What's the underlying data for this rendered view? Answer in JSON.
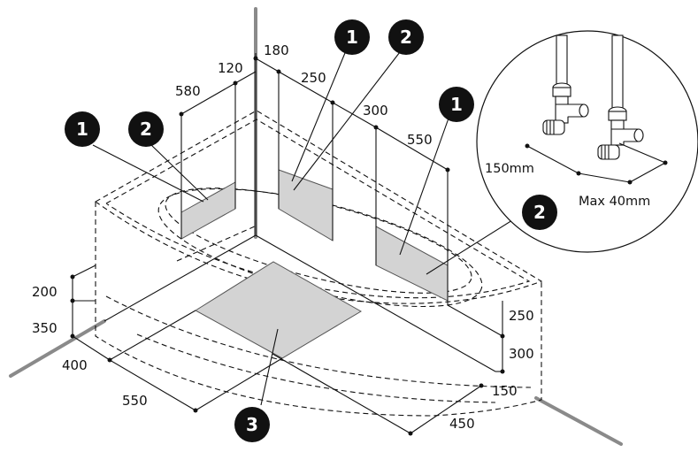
{
  "dimensions": {
    "d180": "180",
    "d120": "120",
    "d250_top": "250",
    "d580": "580",
    "d300_top": "300",
    "d550_top": "550",
    "d200": "200",
    "d350": "350",
    "d250_right": "250",
    "d400": "400",
    "d300_right": "300",
    "d550_bottom": "550",
    "d150": "150",
    "d450": "450"
  },
  "badges": {
    "b1_left": "1",
    "b2_left": "2",
    "b1_top": "1",
    "b2_top": "2",
    "b1_right": "1",
    "b2_inset": "2",
    "b3_bottom": "3"
  },
  "inset": {
    "spacing_label": "150mm",
    "max_label": "Max 40mm"
  }
}
